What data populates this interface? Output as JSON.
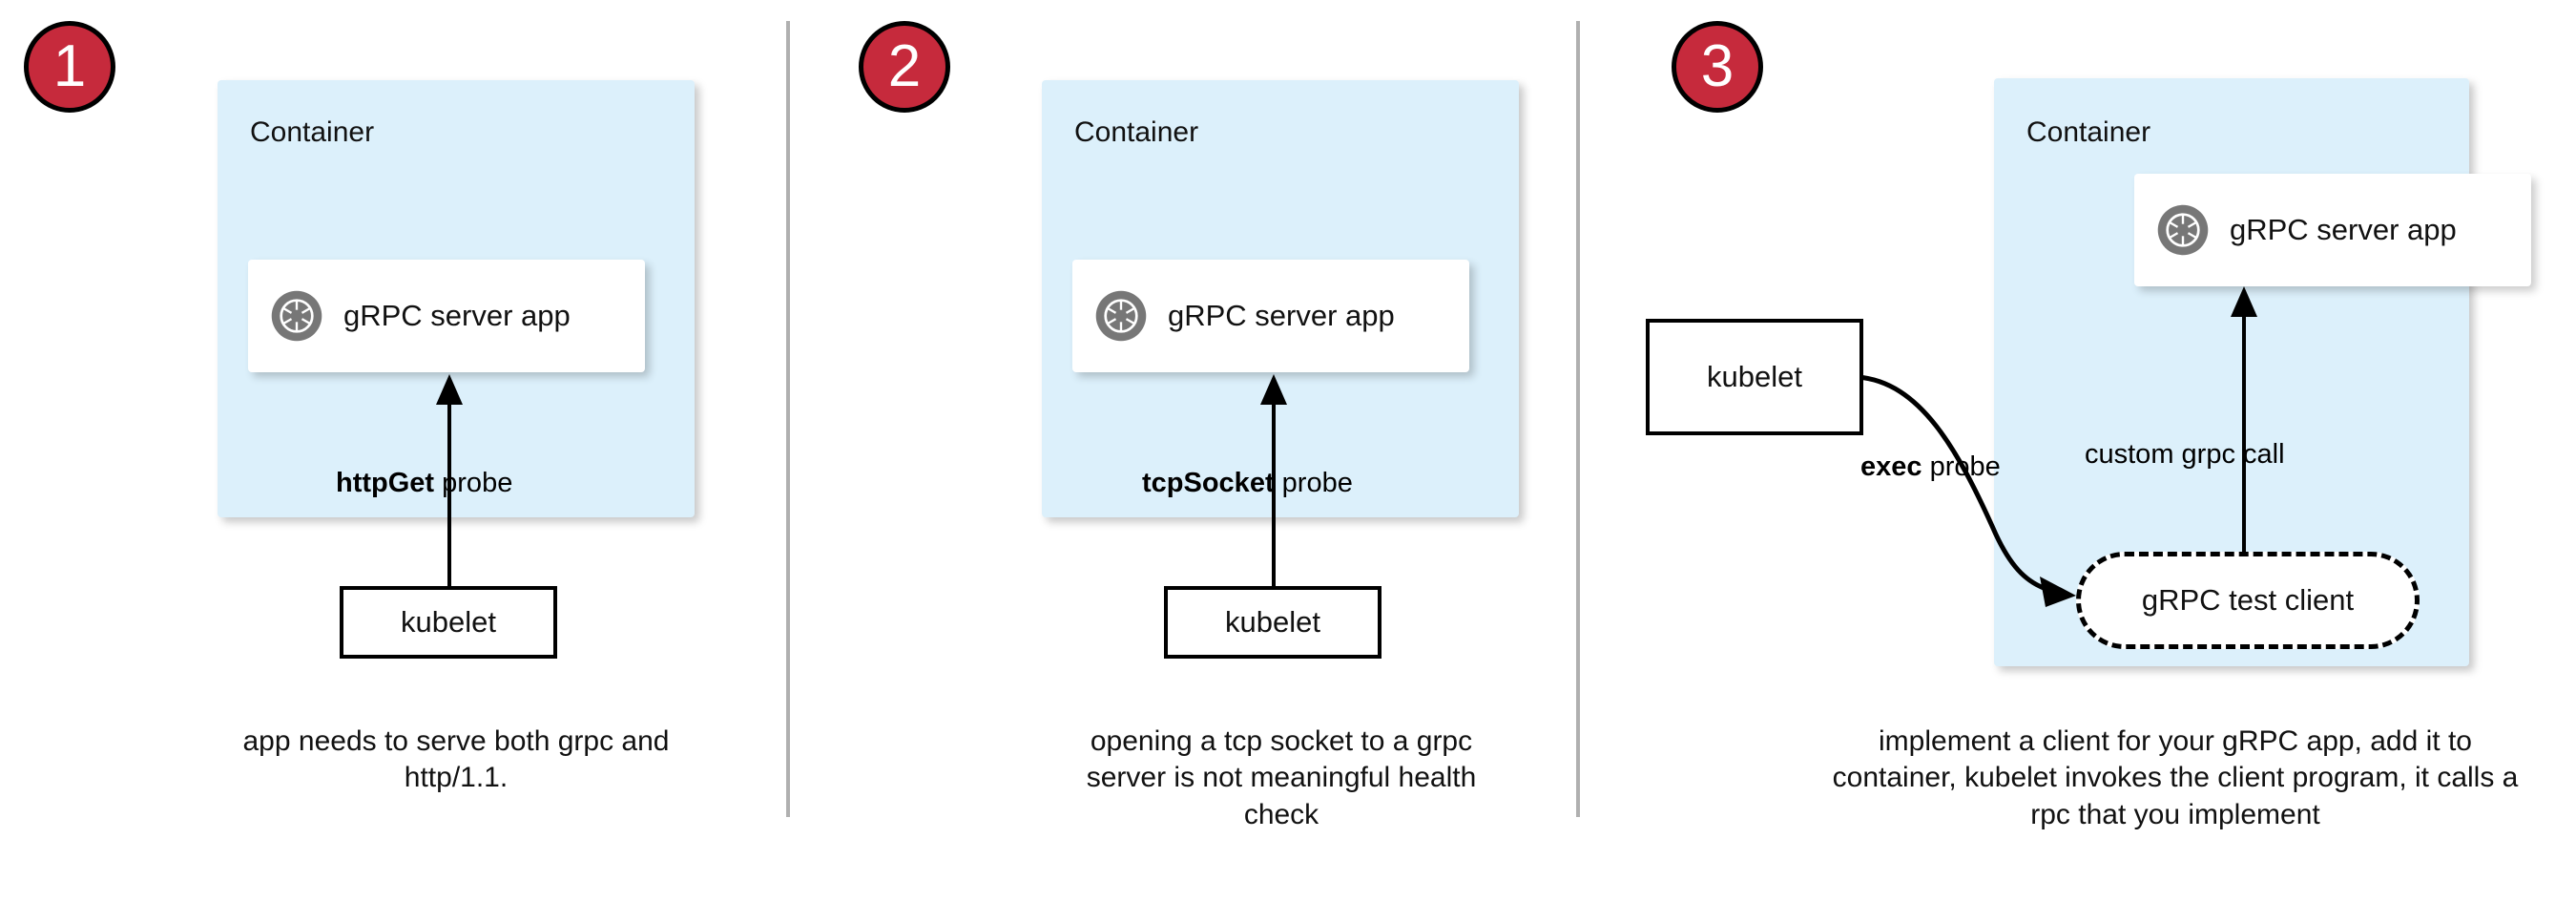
{
  "figure": {
    "title": "Kubernetes gRPC health probe approaches",
    "background_color": "#ffffff",
    "accent_color": "#c62a3c",
    "container_fill": "#dcf0fb",
    "divider_color": "#b0b0b0"
  },
  "panels": [
    {
      "badge": "1",
      "container_label": "Container",
      "app_label": "gRPC server app",
      "app_icon": "grpc-logo-icon",
      "probe_label_bold": "httpGet",
      "probe_label_rest": " probe",
      "kubelet_label": "kubelet",
      "caption": "app needs to serve both grpc and http/1.1."
    },
    {
      "badge": "2",
      "container_label": "Container",
      "app_label": "gRPC server app",
      "app_icon": "grpc-logo-icon",
      "probe_label_bold": "tcpSocket",
      "probe_label_rest": " probe",
      "kubelet_label": "kubelet",
      "caption": "opening a tcp socket to a grpc server is not meaningful health check"
    },
    {
      "badge": "3",
      "container_label": "Container",
      "app_label": "gRPC server app",
      "app_icon": "grpc-logo-icon",
      "probe_label_bold": "exec",
      "probe_label_rest": " probe",
      "call_label": "custom grpc call",
      "test_client_label": "gRPC test client",
      "kubelet_label": "kubelet",
      "caption": "implement a client for your gRPC app, add it to container, kubelet invokes the client program, it calls a rpc that you implement"
    }
  ]
}
